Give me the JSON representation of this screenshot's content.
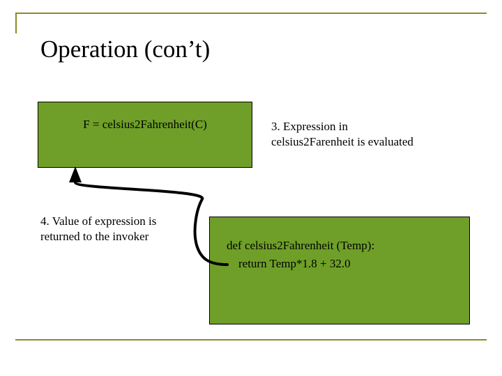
{
  "slide": {
    "title": "Operation (con’t)",
    "expression_box": {
      "text": "F = celsius2Fahrenheit(C)"
    },
    "note_step3": "3. Expression in celsius2Farenheit is evaluated",
    "note_step4": "4. Value of expression is returned to the invoker",
    "def_box": {
      "line1": "def celsius2Fahrenheit (Temp):",
      "line2": "    return Temp*1.8 + 32.0"
    },
    "colors": {
      "box_fill": "#6f9f28",
      "box_border": "#000000",
      "rule": "#8a8a2b",
      "text": "#000000",
      "background": "#ffffff"
    }
  }
}
